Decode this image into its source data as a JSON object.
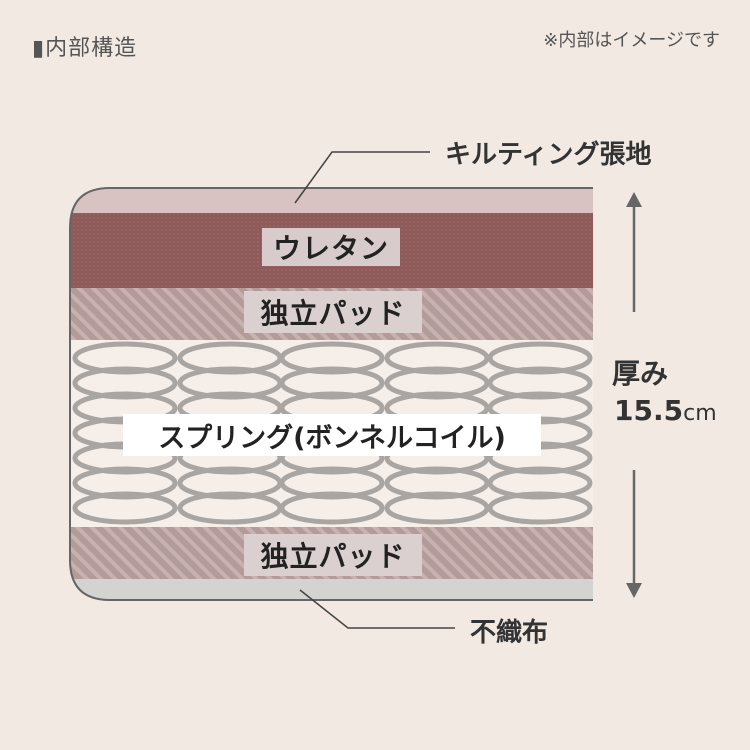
{
  "header": {
    "title": "▮内部構造",
    "note": "※内部はイメージです"
  },
  "callouts": {
    "top": "キルティング張地",
    "bottom": "不織布"
  },
  "layers": {
    "urethane": "ウレタン",
    "pad_top": "独立パッド",
    "spring": "スプリング(ボンネルコイル)",
    "pad_bottom": "独立パッド"
  },
  "thickness": {
    "label": "厚み",
    "value": "15.5",
    "unit": "cm"
  },
  "colors": {
    "background": "#f2e9e3",
    "quilting": "#d9c3c2",
    "urethane": "#8e5a5a",
    "pad": "#b9a3a2",
    "spring_bg": "#f6eee8",
    "coil": "#a9a5a3",
    "nonwoven": "#d3d3d1",
    "outline": "#666666",
    "arrow": "#666666"
  }
}
